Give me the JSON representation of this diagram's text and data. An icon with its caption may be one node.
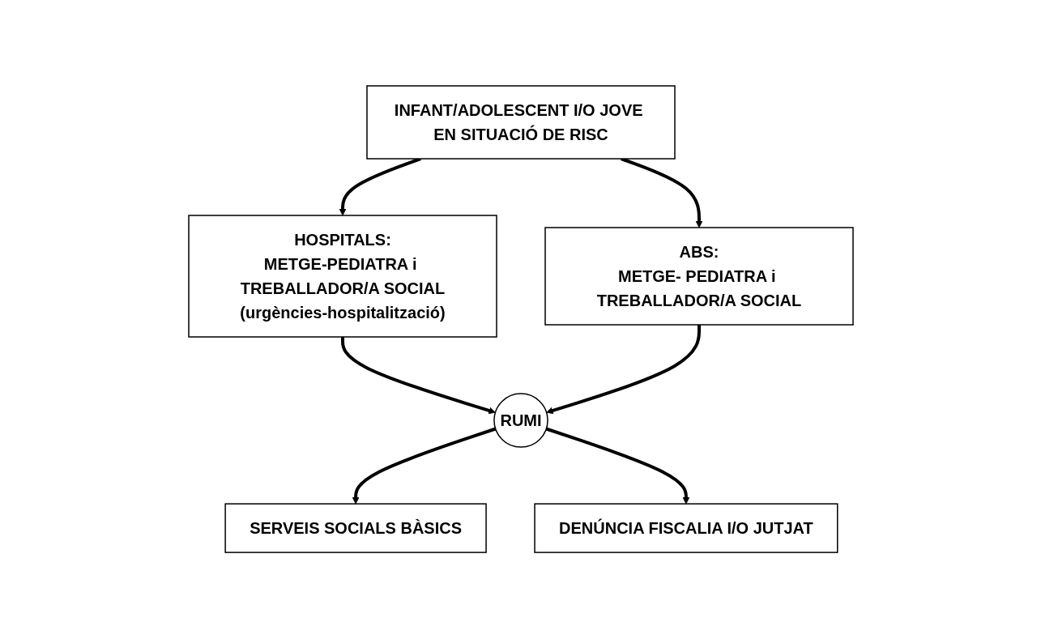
{
  "diagram": {
    "nodes": [
      {
        "text": [
          "INFANT/ADOLESCENT I/O JOVE EN SITUACIÓ DE RISC"
        ]
      },
      {
        "text": [
          "HOSPITALS:",
          "METGE-PEDIATRA i TREBALLADOR/A SOCIAL",
          "(urgències-hospitalització)"
        ]
      },
      {
        "text": [
          "RUMI"
        ]
      },
      {
        "text": [
          "ABS:",
          "METGE- PEDIATRA i TREBALLADOR/A SOCIAL"
        ]
      },
      {
        "text": [
          "SERVEIS SOCIALS BÀSICS"
        ]
      },
      {
        "text": [
          "DENÚNCIA FISCALIA I/O JUTJAT"
        ]
      }
    ],
    "edges": [
      {
        "from": 0,
        "to": 1,
        "arrow": "to"
      },
      {
        "from": 0,
        "to": 3,
        "arrow": "to"
      },
      {
        "from": 1,
        "to": 2,
        "arrow": "to"
      },
      {
        "from": 3,
        "to": 2,
        "arrow": "to"
      },
      {
        "from": 2,
        "to": 4,
        "arrow": "to"
      },
      {
        "from": 2,
        "to": 5,
        "arrow": "to"
      }
    ]
  }
}
